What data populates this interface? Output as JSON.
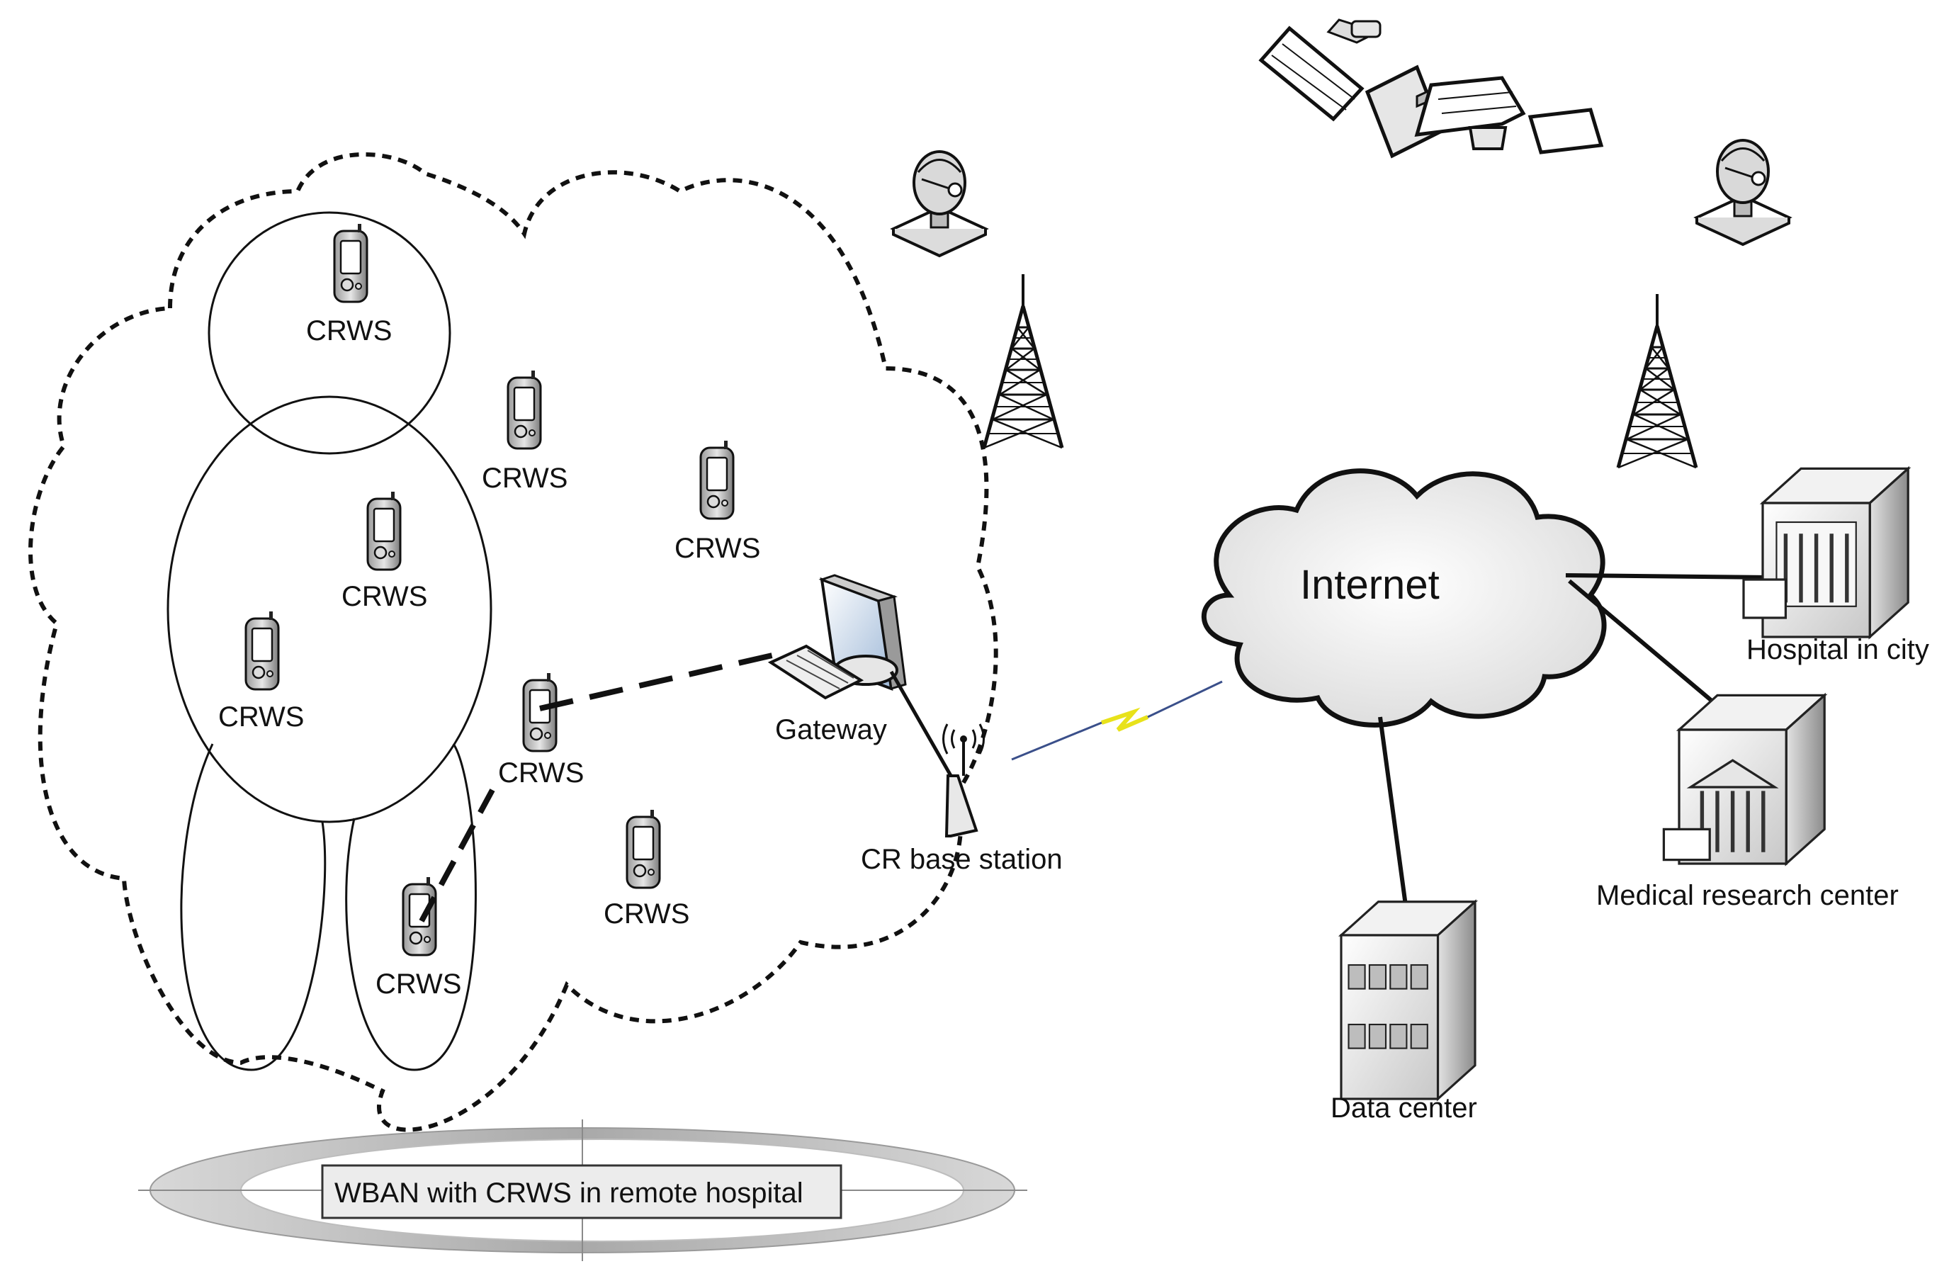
{
  "diagram": {
    "internet_label": "Internet",
    "gateway_label": "Gateway",
    "base_station_label": "CR base station",
    "hospital_city_label": "Hospital in city",
    "research_center_label": "Medical research center",
    "data_center_label": "Data center",
    "wban_caption": "WBAN with CRWS in remote hospital",
    "sensor_label": "CRWS",
    "colors": {
      "stroke": "#111111",
      "wireless_link": "#3a4f8a",
      "lightning": "#e8e21a",
      "caption_ring": "#c9c9c9"
    }
  }
}
